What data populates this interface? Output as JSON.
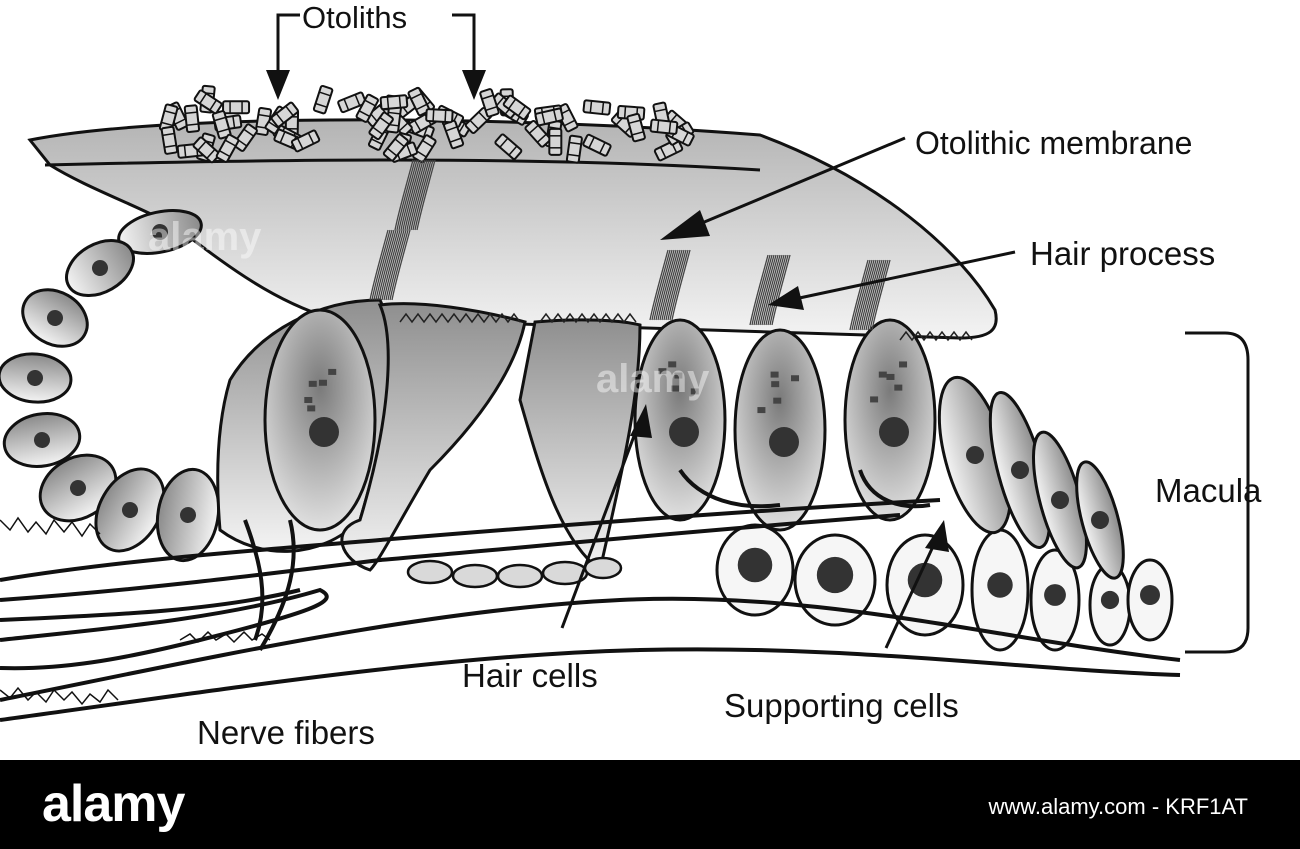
{
  "diagram": {
    "labels": {
      "otoliths": "Otoliths",
      "otolithic_membrane": "Otolithic membrane",
      "hair_process": "Hair process",
      "macula": "Macula",
      "hair_cells": "Hair cells",
      "supporting_cells": "Supporting cells",
      "nerve_fibers": "Nerve fibers"
    }
  },
  "watermark": {
    "text": "alamy"
  },
  "footer": {
    "brand": "alamy",
    "image_id": "www.alamy.com - KRF1AT",
    "background": "#000000"
  },
  "colors": {
    "outline": "#111111",
    "cell_light": "#f2f2f2",
    "cell_dark": "#8a8a8a",
    "nucleus": "#333333"
  }
}
